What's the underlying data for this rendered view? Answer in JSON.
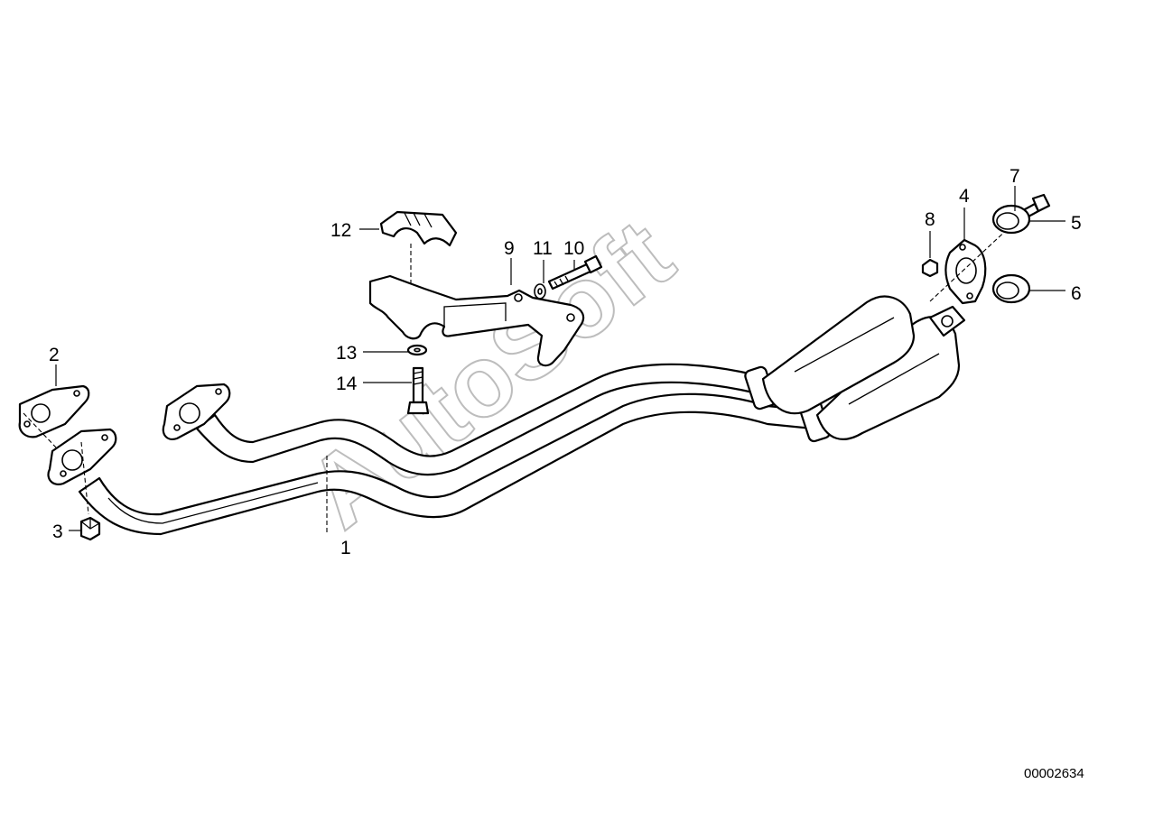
{
  "callouts": [
    {
      "id": "1",
      "label": "1"
    },
    {
      "id": "2",
      "label": "2"
    },
    {
      "id": "3",
      "label": "3"
    },
    {
      "id": "4",
      "label": "4"
    },
    {
      "id": "5",
      "label": "5"
    },
    {
      "id": "6",
      "label": "6"
    },
    {
      "id": "7",
      "label": "7"
    },
    {
      "id": "8",
      "label": "8"
    },
    {
      "id": "9",
      "label": "9"
    },
    {
      "id": "10",
      "label": "10"
    },
    {
      "id": "11",
      "label": "11"
    },
    {
      "id": "12",
      "label": "12"
    },
    {
      "id": "13",
      "label": "13"
    },
    {
      "id": "14",
      "label": "14"
    }
  ],
  "watermark": "AutoSoft",
  "document_number": "00002634",
  "colors": {
    "line": "#000000",
    "background": "#ffffff",
    "watermark": "#bdbdbd"
  }
}
